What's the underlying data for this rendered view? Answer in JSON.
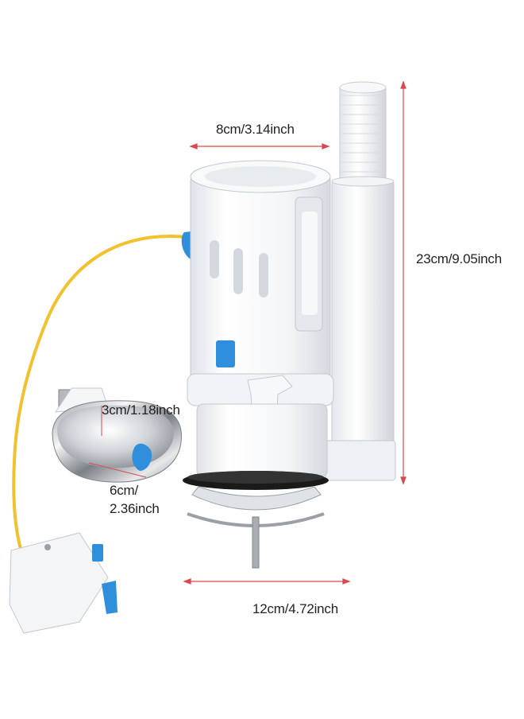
{
  "product": {
    "name": "toilet flush valve with push button",
    "colors": {
      "plastic": "#f4f6f8",
      "accent_blue": "#2f8fdc",
      "cable_yellow": "#f2c12e",
      "chrome": "#c9cdd2",
      "gasket": "#1a1a1a",
      "dimension_line": "#d9484e"
    }
  },
  "dimensions": {
    "width_label": "8cm/3.14inch",
    "height_label": "23cm/9.05inch",
    "base_label": "12cm/4.72inch",
    "button_height_label": "3cm/1.18inch",
    "button_diameter_line1": "6cm/",
    "button_diameter_line2": "2.36inch"
  }
}
